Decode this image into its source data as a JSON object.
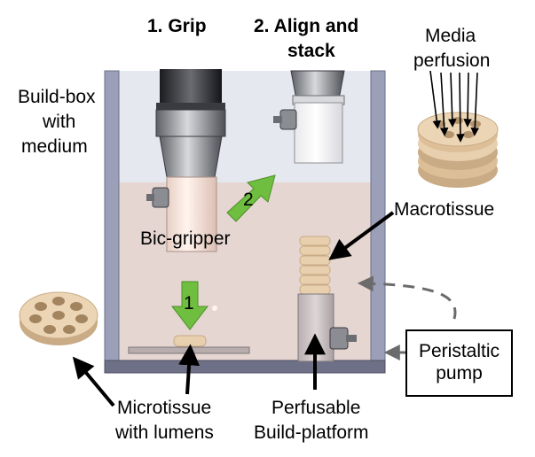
{
  "steps": {
    "grip": "1. Grip",
    "align_line1": "2. Align and",
    "align_line2": "stack"
  },
  "labels": {
    "build_box_line1": "Build-box",
    "build_box_line2": "with",
    "build_box_line3": "medium",
    "media_perfusion_line1": "Media",
    "media_perfusion_line2": "perfusion",
    "macrotissue": "Macrotissue",
    "bic_gripper": "Bic-gripper",
    "arrow_1": "1",
    "arrow_2": "2",
    "peristaltic_line1": "Peristaltic",
    "peristaltic_line2": "pump",
    "microtissue_line1": "Microtissue",
    "microtissue_line2": "with lumens",
    "perfusable_line1": "Perfusable",
    "perfusable_line2": "Build-platform"
  },
  "colors": {
    "box_wall": "#9ba0b8",
    "box_background": "#e6e8ef",
    "medium": "#e5d6d2",
    "tissue": "#e8cfae",
    "tissue_shadow": "#c9ab85",
    "step_arrow": "#6fbe3f"
  }
}
